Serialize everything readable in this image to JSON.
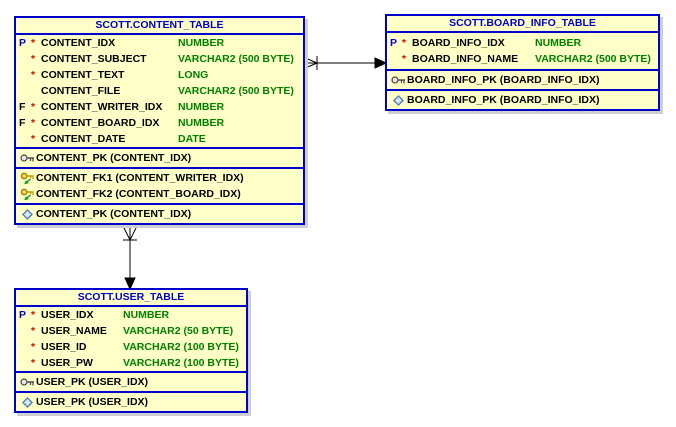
{
  "diagram": {
    "tables": [
      {
        "title": "SCOTT.CONTENT_TABLE",
        "columns": [
          {
            "flag": "P",
            "star": "*",
            "name": "CONTENT_IDX",
            "type": "NUMBER"
          },
          {
            "flag": "",
            "star": "*",
            "name": "CONTENT_SUBJECT",
            "type": "VARCHAR2 (500 BYTE)"
          },
          {
            "flag": "",
            "star": "*",
            "name": "CONTENT_TEXT",
            "type": "LONG"
          },
          {
            "flag": "",
            "star": "",
            "name": "CONTENT_FILE",
            "type": "VARCHAR2 (500 BYTE)"
          },
          {
            "flag": "F",
            "star": "*",
            "name": "CONTENT_WRITER_IDX",
            "type": "NUMBER"
          },
          {
            "flag": "F",
            "star": "*",
            "name": "CONTENT_BOARD_IDX",
            "type": "NUMBER"
          },
          {
            "flag": "",
            "star": "*",
            "name": "CONTENT_DATE",
            "type": "DATE"
          }
        ],
        "primary_key": "CONTENT_PK (CONTENT_IDX)",
        "foreign_keys": [
          "CONTENT_FK1 (CONTENT_WRITER_IDX)",
          "CONTENT_FK2 (CONTENT_BOARD_IDX)"
        ],
        "unique_key": "CONTENT_PK (CONTENT_IDX)"
      },
      {
        "title": "SCOTT.BOARD_INFO_TABLE",
        "columns": [
          {
            "flag": "P",
            "star": "*",
            "name": "BOARD_INFO_IDX",
            "type": "NUMBER"
          },
          {
            "flag": "",
            "star": "*",
            "name": "BOARD_INFO_NAME",
            "type": "VARCHAR2 (500 BYTE)"
          }
        ],
        "primary_key": "BOARD_INFO_PK (BOARD_INFO_IDX)",
        "foreign_keys": [],
        "unique_key": "BOARD_INFO_PK (BOARD_INFO_IDX)"
      },
      {
        "title": "SCOTT.USER_TABLE",
        "columns": [
          {
            "flag": "P",
            "star": "*",
            "name": "USER_IDX",
            "type": "NUMBER"
          },
          {
            "flag": "",
            "star": "*",
            "name": "USER_NAME",
            "type": "VARCHAR2 (50 BYTE)"
          },
          {
            "flag": "",
            "star": "*",
            "name": "USER_ID",
            "type": "VARCHAR2 (100 BYTE)"
          },
          {
            "flag": "",
            "star": "*",
            "name": "USER_PW",
            "type": "VARCHAR2 (100 BYTE)"
          }
        ],
        "primary_key": "USER_PK (USER_IDX)",
        "foreign_keys": [],
        "unique_key": "USER_PK (USER_IDX)"
      }
    ],
    "relationships": [
      {
        "from_table": "SCOTT.CONTENT_TABLE",
        "to_table": "SCOTT.BOARD_INFO_TABLE",
        "from_end": "crow-foot-many",
        "to_end": "filled-arrow"
      },
      {
        "from_table": "SCOTT.CONTENT_TABLE",
        "to_table": "SCOTT.USER_TABLE",
        "from_end": "crow-foot-many",
        "to_end": "filled-arrow"
      }
    ],
    "icons": {
      "primary_key": "key-icon",
      "foreign_key": "foreign-key-icon",
      "unique_index": "diamond-icon"
    },
    "colors": {
      "canvas_background": "#FFFFFF",
      "table_fill": "#FFFFC8",
      "table_border": "#0000CC",
      "title_text": "#0000CC",
      "column_name_text": "#000000",
      "data_type_text": "#008000",
      "mandatory_star": "#E00000",
      "pk_flag_text": "#0000CC",
      "fk_flag_text": "#000000",
      "connector": "#000000"
    }
  }
}
